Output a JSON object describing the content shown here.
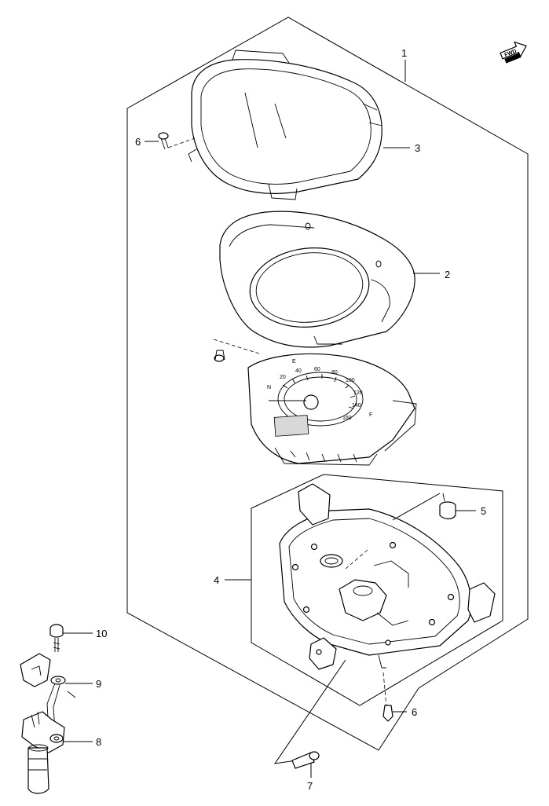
{
  "fwd_label": "FWD",
  "callouts": [
    {
      "id": "1",
      "label": "1"
    },
    {
      "id": "2",
      "label": "2"
    },
    {
      "id": "3",
      "label": "3"
    },
    {
      "id": "4",
      "label": "4"
    },
    {
      "id": "5",
      "label": "5"
    },
    {
      "id": "6a",
      "label": "6"
    },
    {
      "id": "6b",
      "label": "6"
    },
    {
      "id": "7",
      "label": "7"
    },
    {
      "id": "8",
      "label": "8"
    },
    {
      "id": "9",
      "label": "9"
    },
    {
      "id": "10",
      "label": "10"
    }
  ],
  "gauge_marks": [
    "N",
    "20",
    "40",
    "60",
    "80",
    "100",
    "120",
    "140",
    "160",
    "E",
    "F"
  ]
}
